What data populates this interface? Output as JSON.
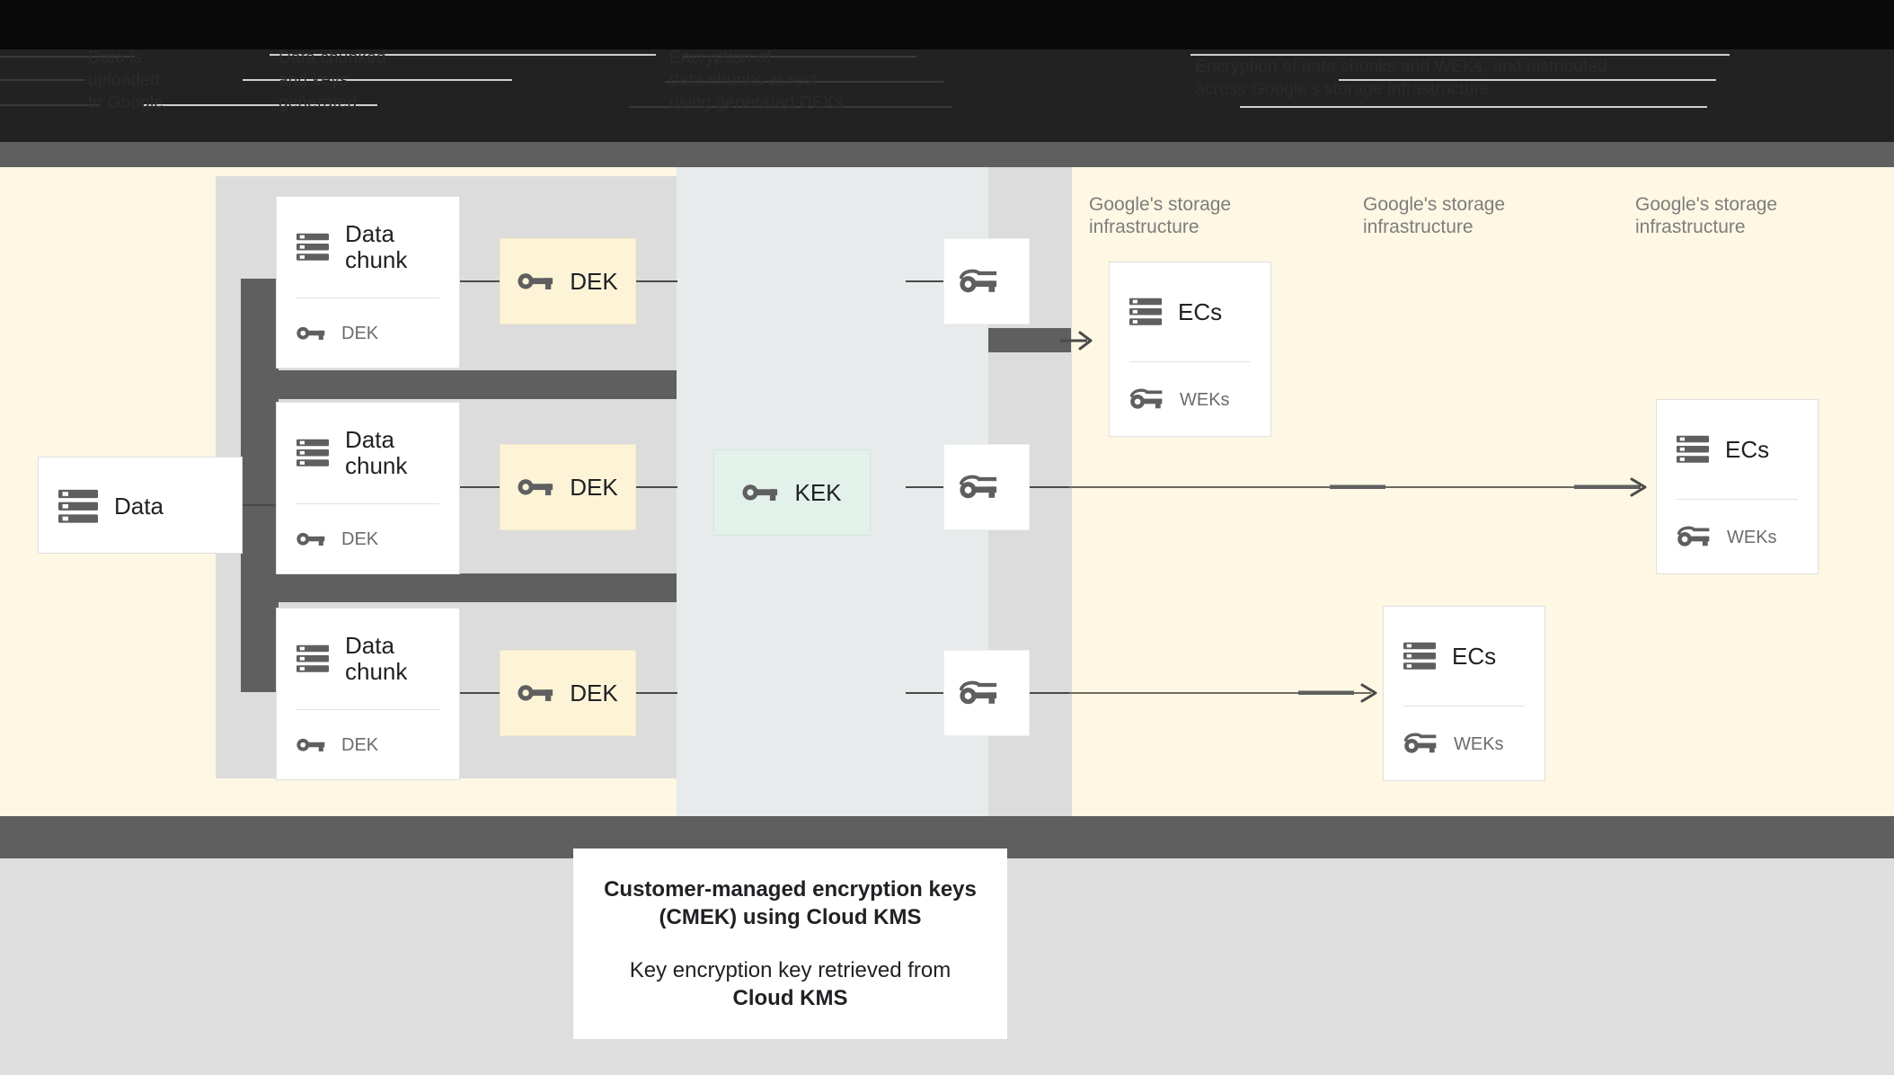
{
  "header": {
    "background_color": "#0a0a0a",
    "text_color": "#2b2b2b",
    "columns": [
      {
        "text": "Data is\nuploaded\nto Google"
      },
      {
        "text": "Data chunked\nand keys\ngenerated"
      },
      {
        "text": "Encryption of\ndata chunks at rest\nusing generated DEKs"
      },
      {
        "text": "Encryption of data chunks and WEKs, and distributed\nacross Google's storage infrastructure"
      }
    ]
  },
  "diagram": {
    "colors": {
      "cream": "#fdf7e3",
      "blue_gray": "#e7ebec",
      "gray": "#dcdcdc",
      "dark": "#5f5f5f",
      "dek_fill": "#fdf3d7",
      "kek_fill": "#e2f1ea",
      "card_fill": "#ffffff"
    },
    "source": {
      "title": "Data",
      "icon": "storage-icon"
    },
    "chunks": [
      {
        "title": "Data chunk",
        "sub": "DEK",
        "icon": "storage-icon",
        "sub_icon": "key-icon"
      },
      {
        "title": "Data chunk",
        "sub": "DEK",
        "icon": "storage-icon",
        "sub_icon": "key-icon"
      },
      {
        "title": "Data chunk",
        "sub": "DEK",
        "icon": "storage-icon",
        "sub_icon": "key-icon"
      }
    ],
    "deks": [
      {
        "label": "DEK",
        "icon": "key-icon"
      },
      {
        "label": "DEK",
        "icon": "key-icon"
      },
      {
        "label": "DEK",
        "icon": "key-icon"
      }
    ],
    "kek": {
      "label": "KEK",
      "icon": "key-icon"
    },
    "weks": [
      {
        "label": "",
        "icon": "wrapped-key-icon"
      },
      {
        "label": "",
        "icon": "wrapped-key-icon"
      },
      {
        "label": "",
        "icon": "wrapped-key-icon"
      }
    ],
    "storage_labels": [
      {
        "text": "Google's storage\ninfrastructure"
      },
      {
        "text": "Google's storage\ninfrastructure"
      },
      {
        "text": "Google's storage\ninfrastructure"
      }
    ],
    "ec_cards": [
      {
        "title": "ECs",
        "sub": "WEKs",
        "icon": "storage-icon",
        "sub_icon": "wrapped-key-icon"
      },
      {
        "title": "ECs",
        "sub": "WEKs",
        "icon": "storage-icon",
        "sub_icon": "wrapped-key-icon"
      },
      {
        "title": "ECs",
        "sub": "WEKs",
        "icon": "storage-icon",
        "sub_icon": "wrapped-key-icon"
      }
    ]
  },
  "caption": {
    "bold_line_1": "Customer-managed encryption keys",
    "bold_line_2": "(CMEK) using Cloud KMS",
    "normal_line": "Key encryption key retrieved from",
    "bold_line_3": "Cloud KMS"
  }
}
